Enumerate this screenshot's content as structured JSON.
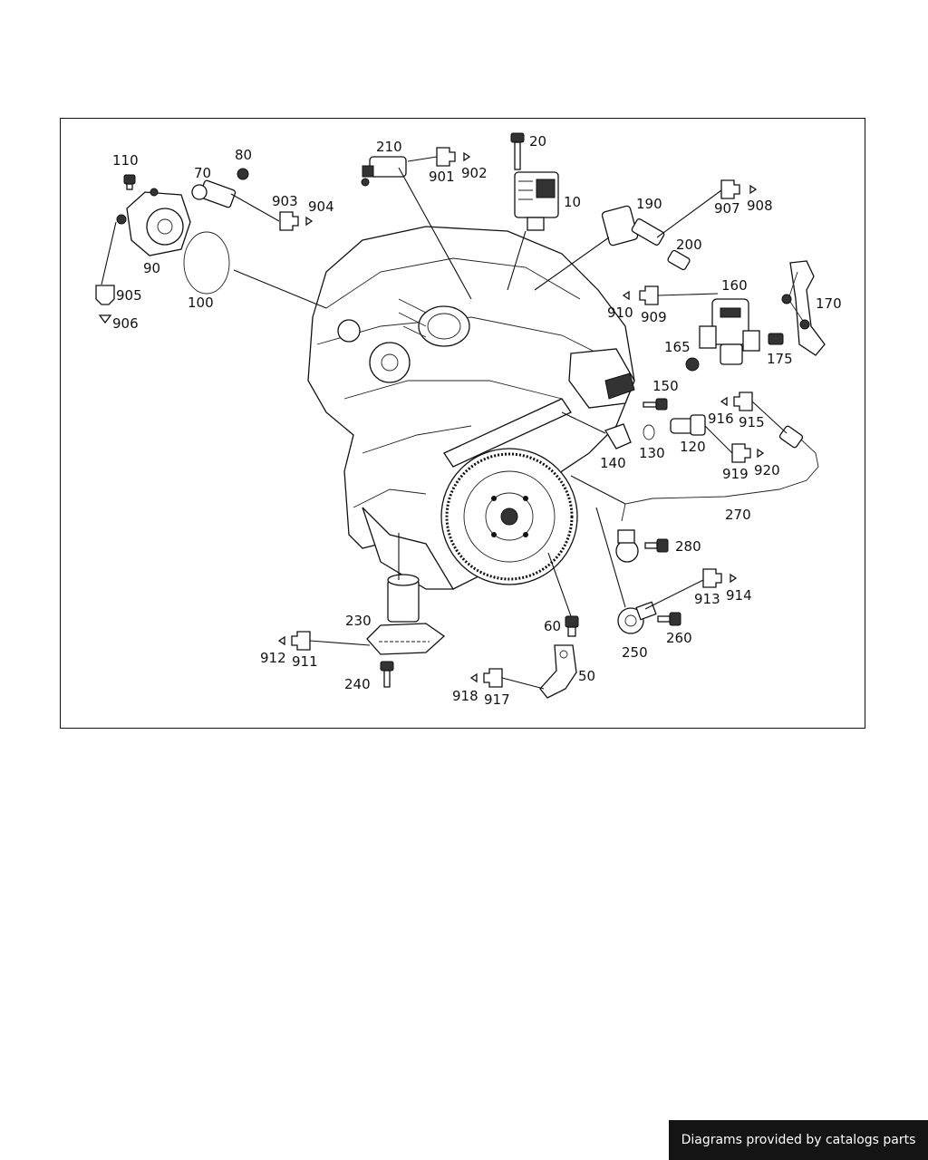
{
  "credit": "Diagrams provided by catalogs parts",
  "labels": {
    "p10": "10",
    "p20": "20",
    "p50": "50",
    "p60": "60",
    "p70": "70",
    "p80": "80",
    "p90": "90",
    "p100": "100",
    "p110": "110",
    "p120": "120",
    "p130": "130",
    "p140": "140",
    "p150": "150",
    "p160": "160",
    "p165": "165",
    "p170": "170",
    "p175": "175",
    "p190": "190",
    "p200": "200",
    "p210": "210",
    "p230": "230",
    "p240": "240",
    "p250": "250",
    "p260": "260",
    "p270": "270",
    "p280": "280",
    "p901": "901",
    "p902": "902",
    "p903": "903",
    "p904": "904",
    "p905": "905",
    "p906": "906",
    "p907": "907",
    "p908": "908",
    "p909": "909",
    "p910": "910",
    "p911": "911",
    "p912": "912",
    "p913": "913",
    "p914": "914",
    "p915": "915",
    "p916": "916",
    "p917": "917",
    "p918": "918",
    "p919": "919",
    "p920": "920"
  }
}
